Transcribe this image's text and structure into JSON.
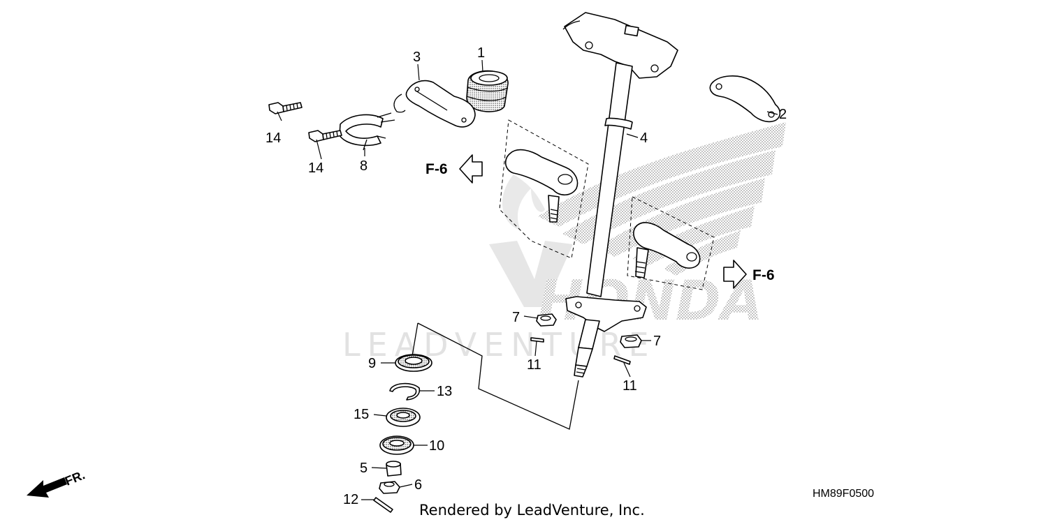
{
  "diagram": {
    "callouts": [
      {
        "id": "c1",
        "text": "1"
      },
      {
        "id": "c2",
        "text": "2"
      },
      {
        "id": "c3",
        "text": "3"
      },
      {
        "id": "c4",
        "text": "4"
      },
      {
        "id": "c5",
        "text": "5"
      },
      {
        "id": "c6",
        "text": "6"
      },
      {
        "id": "c7a",
        "text": "7"
      },
      {
        "id": "c7b",
        "text": "7"
      },
      {
        "id": "c8",
        "text": "8"
      },
      {
        "id": "c9",
        "text": "9"
      },
      {
        "id": "c10",
        "text": "10"
      },
      {
        "id": "c11a",
        "text": "11"
      },
      {
        "id": "c11b",
        "text": "11"
      },
      {
        "id": "c12",
        "text": "12"
      },
      {
        "id": "c13",
        "text": "13"
      },
      {
        "id": "c14a",
        "text": "14"
      },
      {
        "id": "c14b",
        "text": "14"
      },
      {
        "id": "c15",
        "text": "15"
      }
    ],
    "references": {
      "left": "F-6",
      "right": "F-6"
    },
    "direction_label": "FR.",
    "watermark": {
      "brand": "LEADVENTURE",
      "logo": "HONDA"
    },
    "credit": "Rendered by LeadVenture, Inc.",
    "diagram_code": "HM89F0500"
  },
  "colors": {
    "ink": "#000000",
    "background": "#ffffff",
    "watermark": "#e2e2e2"
  },
  "icons": [
    "front-direction-arrow-icon",
    "reference-arrow-icon"
  ]
}
